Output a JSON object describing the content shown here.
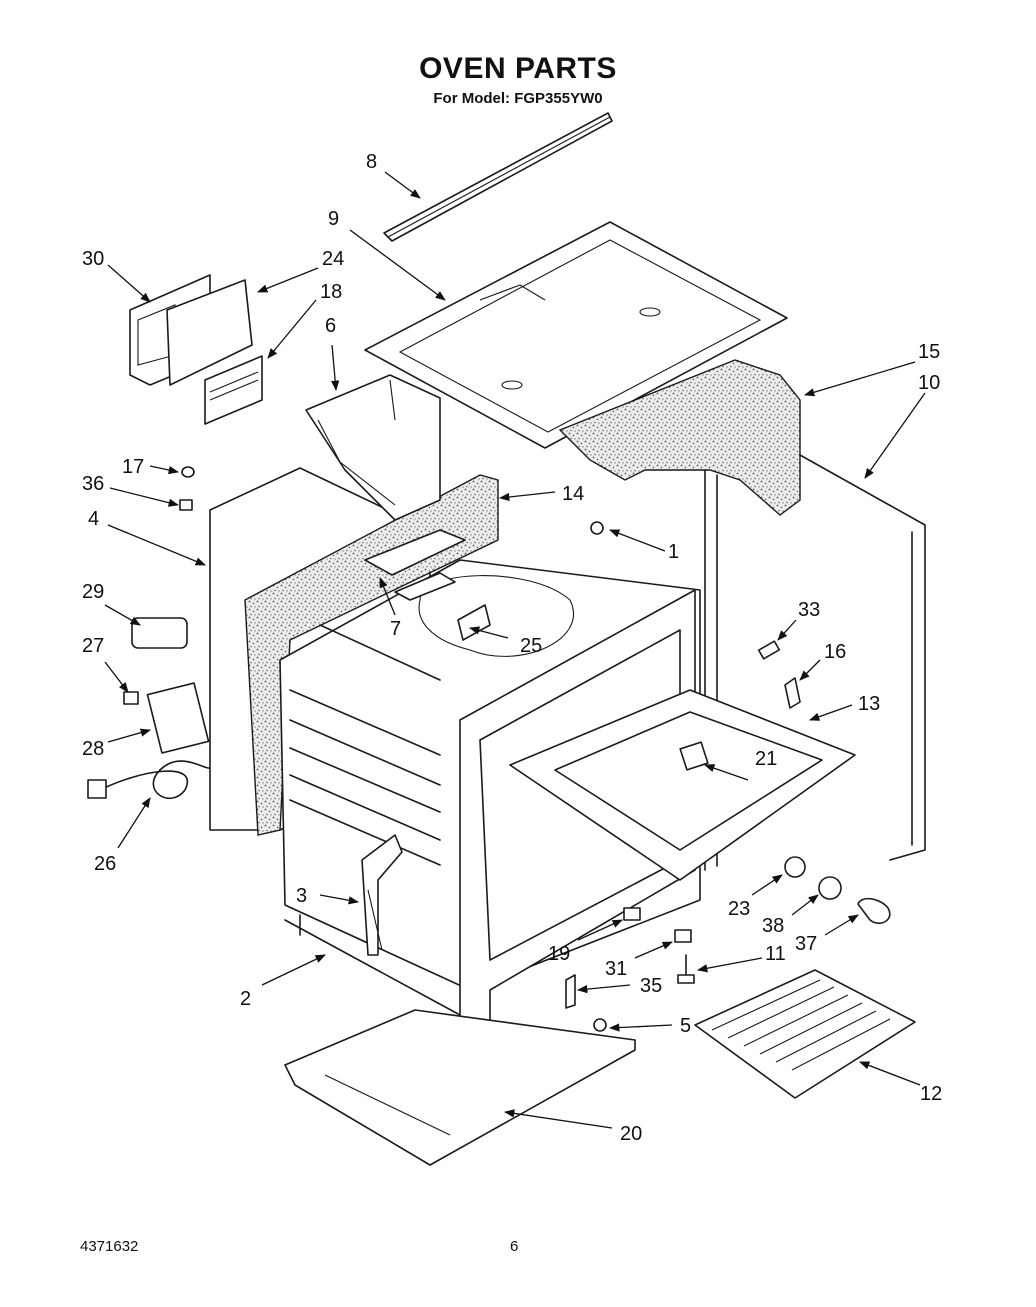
{
  "title": "OVEN PARTS",
  "subtitle": "For Model: FGP355YW0",
  "footer": {
    "doc_number": "4371632",
    "page": "6"
  },
  "callouts": [
    "1",
    "2",
    "3",
    "4",
    "5",
    "6",
    "7",
    "8",
    "9",
    "10",
    "11",
    "12",
    "13",
    "14",
    "15",
    "16",
    "17",
    "18",
    "19",
    "20",
    "21",
    "23",
    "24",
    "25",
    "26",
    "27",
    "28",
    "29",
    "30",
    "31",
    "33",
    "35",
    "36",
    "37",
    "38"
  ]
}
